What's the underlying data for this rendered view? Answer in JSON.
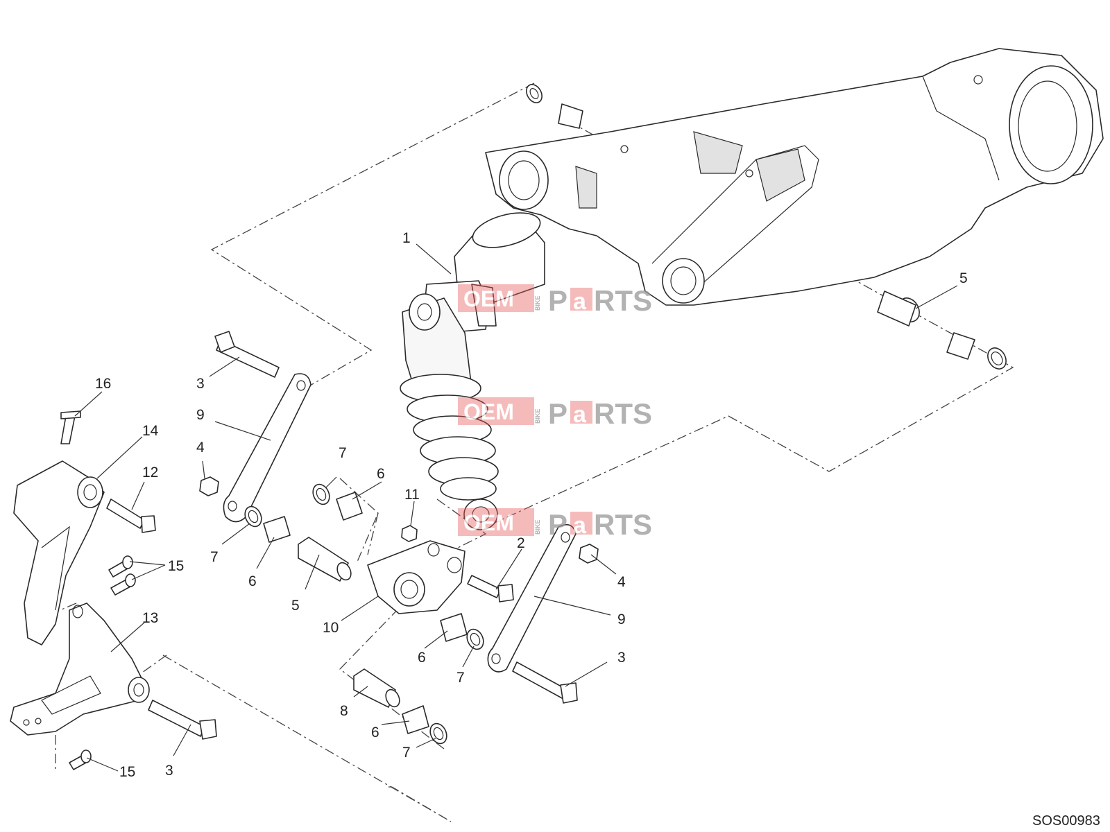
{
  "diagram": {
    "reference_code": "SOS00983",
    "watermark": {
      "oem": "OEM",
      "bike": "BIKE",
      "parts_p": "P",
      "parts_a": "a",
      "parts_rest": "RTS",
      "color": "#e85a5a"
    },
    "callouts": {
      "c1": "1",
      "c2": "2",
      "c3a": "3",
      "c3b": "3",
      "c3c": "3",
      "c4a": "4",
      "c4b": "4",
      "c5a": "5",
      "c5b": "5",
      "c6a": "6",
      "c6b": "6",
      "c6c": "6",
      "c6d": "6",
      "c7a": "7",
      "c7b": "7",
      "c7c": "7",
      "c7d": "7",
      "c8": "8",
      "c9a": "9",
      "c9b": "9",
      "c10": "10",
      "c11": "11",
      "c12": "12",
      "c13": "13",
      "c14": "14",
      "c15a": "15",
      "c15b": "15",
      "c16": "16"
    }
  }
}
